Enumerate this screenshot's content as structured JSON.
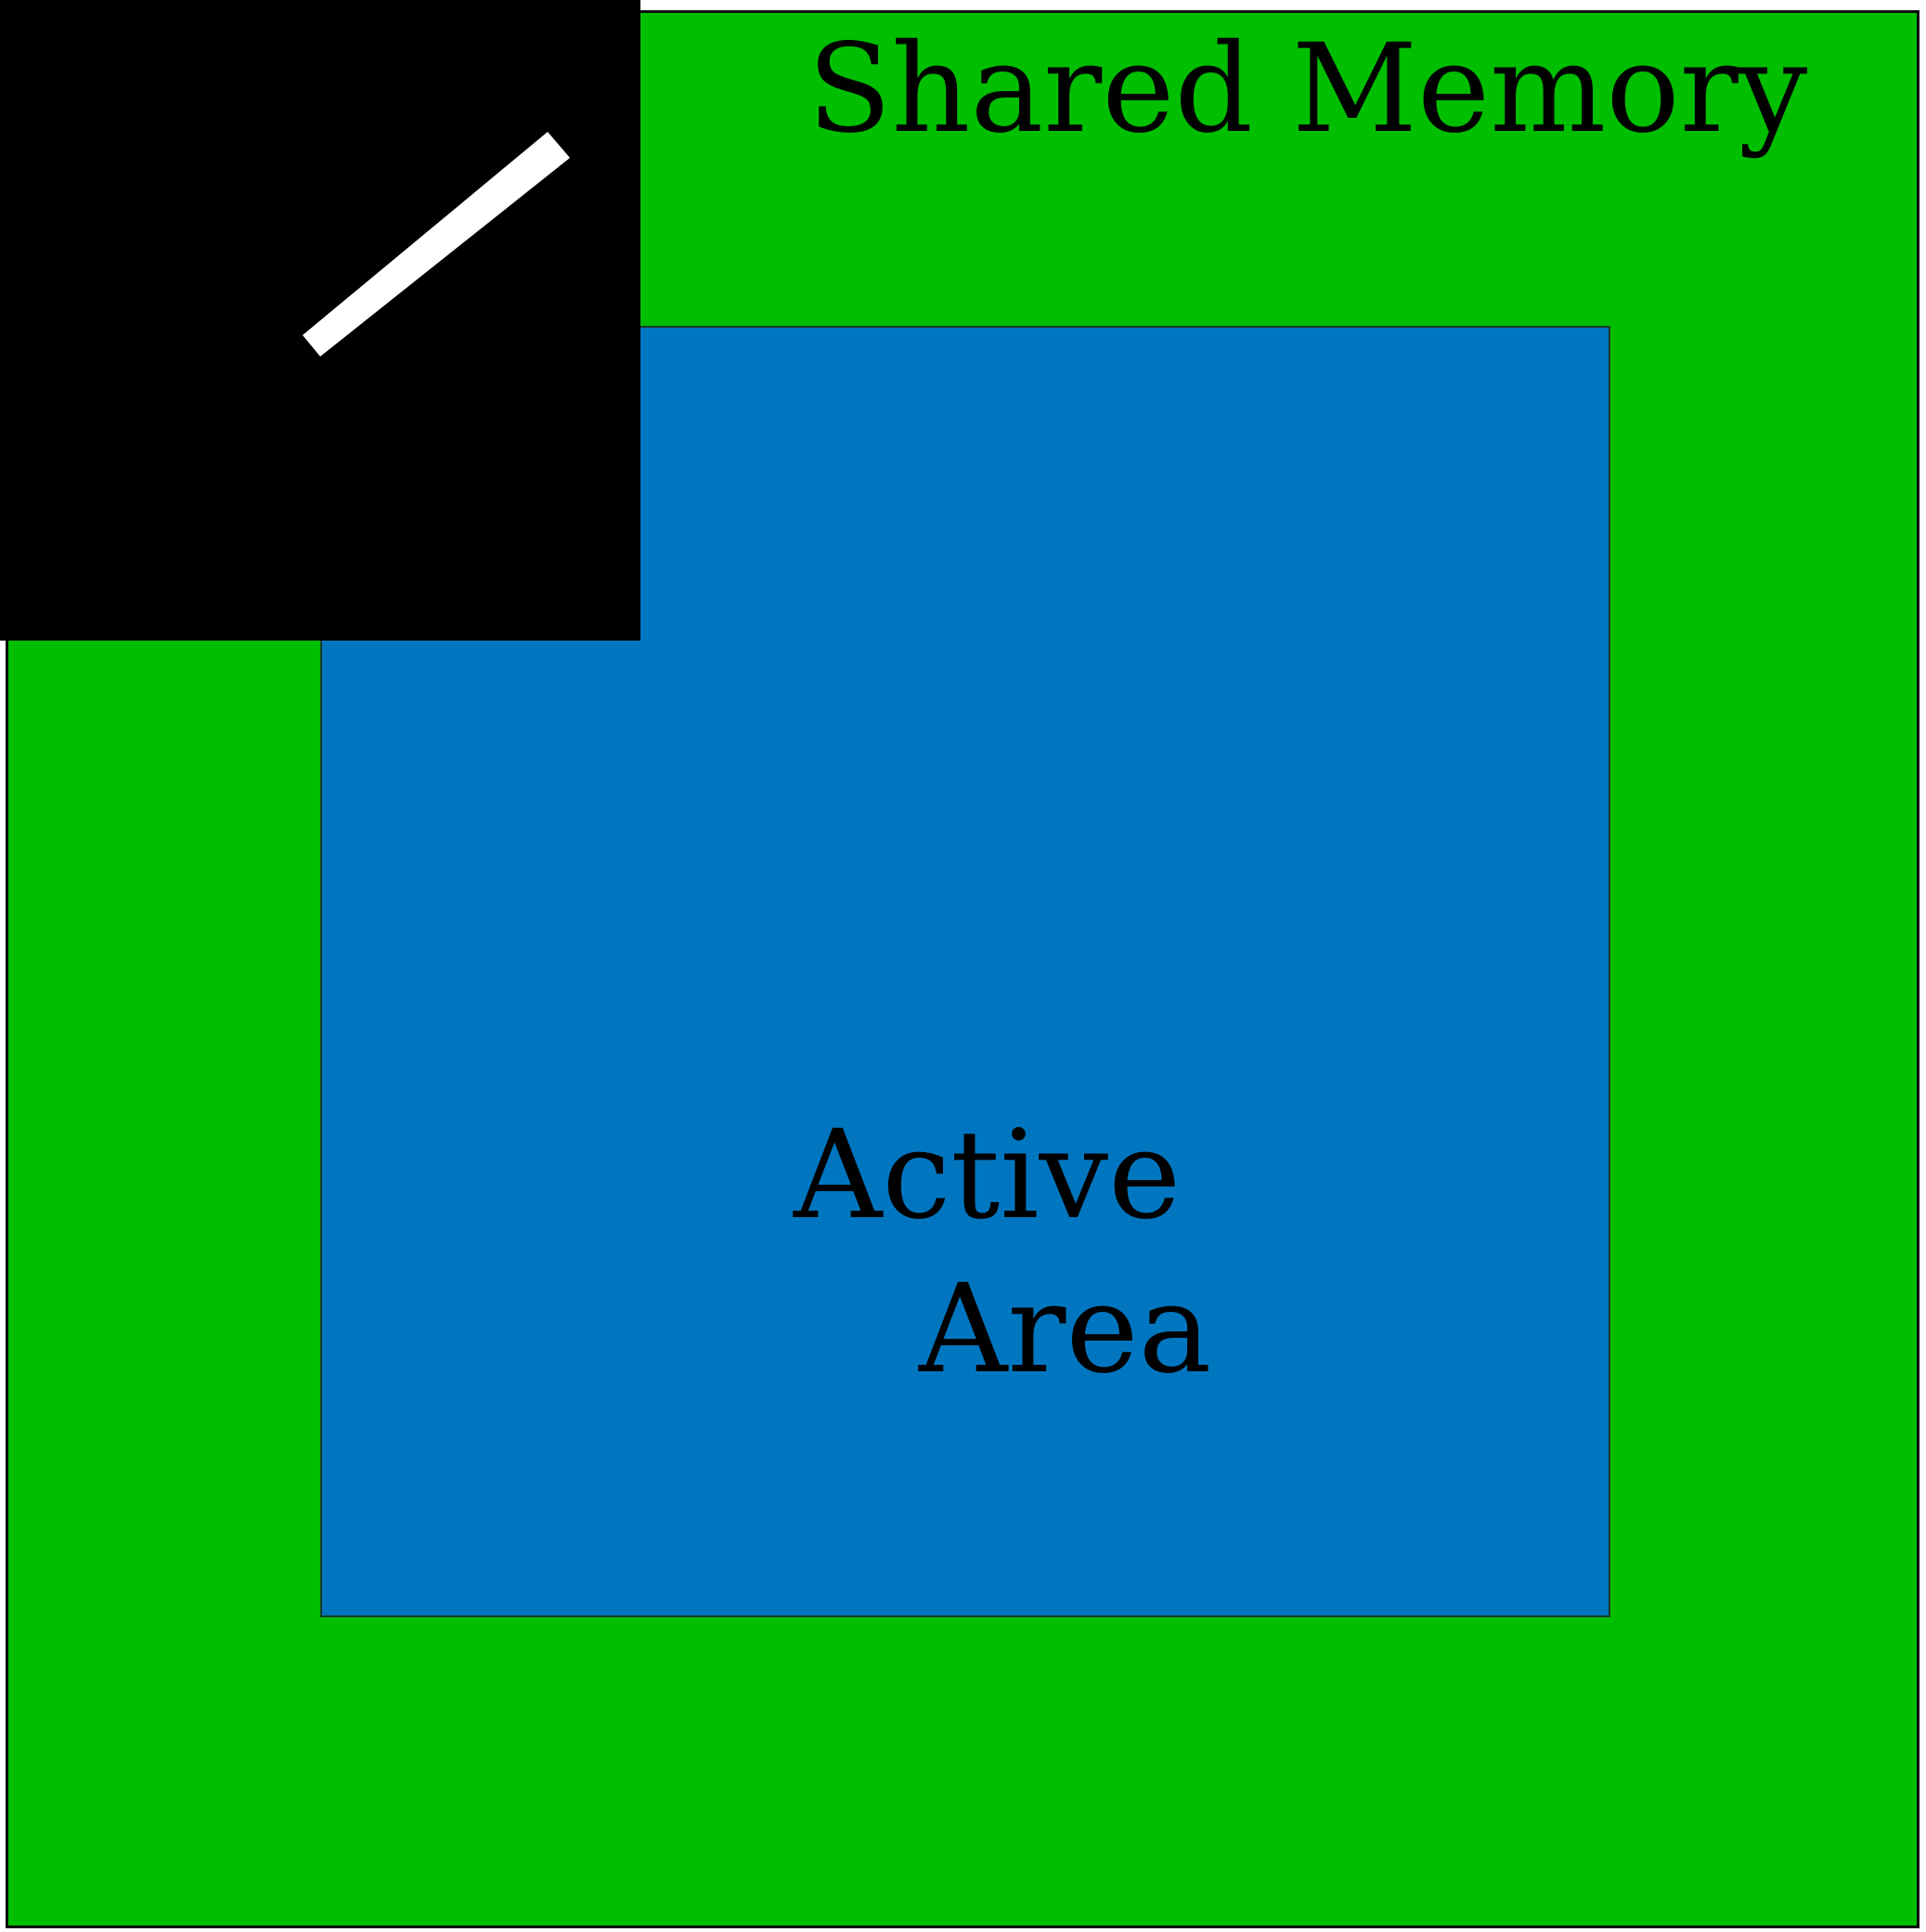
{
  "diagram": {
    "shared_memory": {
      "label": "Shared Memory",
      "fill_color": "#00be00",
      "border_color": "#0a0a0a"
    },
    "active_area": {
      "label_line_1": "Active",
      "label_line_2": "Area",
      "fill_color": "#0176c0",
      "border_color": "#1a3a2a"
    },
    "corner_overlay": {
      "fill_color": "#000000",
      "mark_color": "#ffffff",
      "mark_icon": "slash-icon"
    }
  }
}
